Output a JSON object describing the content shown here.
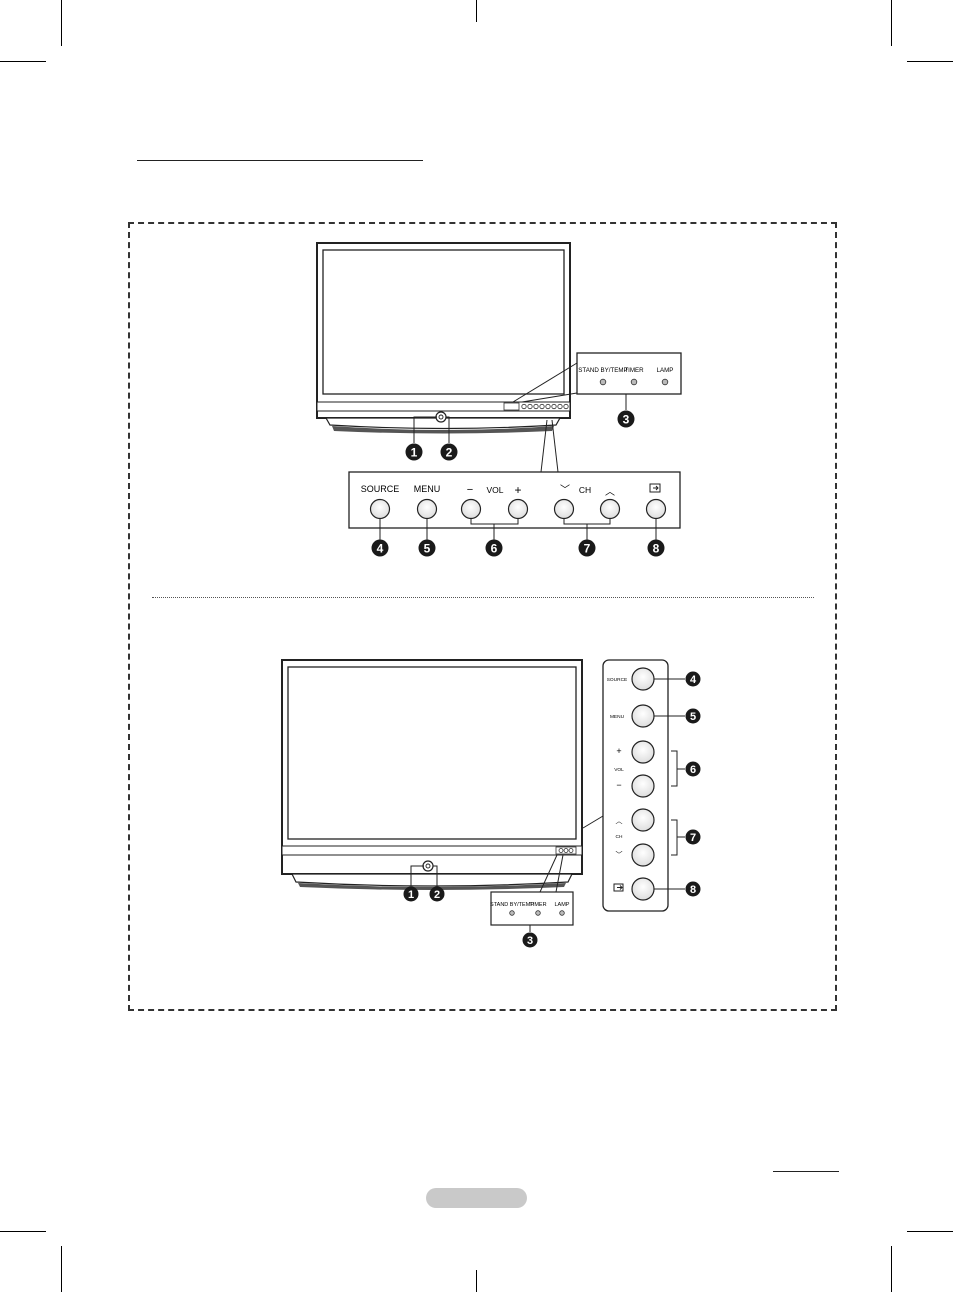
{
  "panel_top": {
    "source": "SOURCE",
    "menu": "MENU",
    "minus": "−",
    "vol": "VOL",
    "plus": "+",
    "ch_down": "﹀",
    "ch": "CH",
    "ch_up": "︿",
    "led_standby": "STAND BY/TEMP",
    "led_timer": "TIMER",
    "led_lamp": "LAMP"
  },
  "panel_side": {
    "source": "SOURCE",
    "menu": "MENU",
    "plus": "+",
    "vol": "VOL",
    "minus": "−",
    "ch_up": "︿",
    "ch": "CH",
    "ch_down": "﹀",
    "led_standby": "STAND BY/TEMP",
    "led_timer": "TIMER",
    "led_lamp": "LAMP"
  },
  "callouts": [
    "1",
    "2",
    "3",
    "4",
    "5",
    "6",
    "7",
    "8"
  ]
}
